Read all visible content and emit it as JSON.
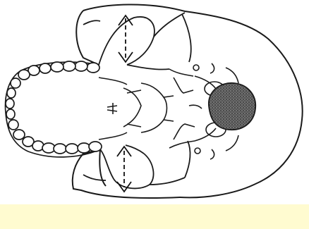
{
  "diagram": {
    "subject": "skull-inferior-view",
    "annotations": [
      {
        "kind": "double-headed-arrow",
        "style": "dashed",
        "location": "upper-zygomatic-arch"
      },
      {
        "kind": "double-headed-arrow",
        "style": "dashed",
        "location": "lower-zygomatic-arch"
      }
    ],
    "colors": {
      "line": "#1a1a1a",
      "background": "#ffffff",
      "footer_band": "#fffbd0",
      "foramen_fill": "#555555"
    }
  }
}
